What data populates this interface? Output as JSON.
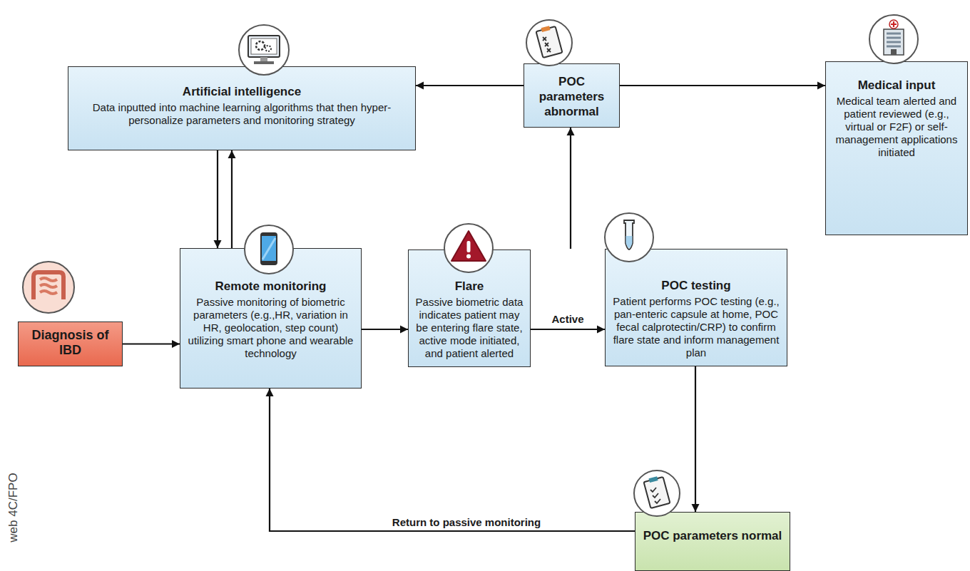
{
  "diagram": {
    "nodes": [
      {
        "text": [
          "Artificial intelligence",
          "Data inputted into machine learning algorithms that then hyper-personalize parameters and monitoring strategy"
        ]
      },
      {
        "text": [
          "POC parameters abnormal"
        ]
      },
      {
        "text": [
          "Medical input",
          "Medical team alerted and patient reviewed (e.g., virtual or F2F) or self-management applications initiated"
        ]
      },
      {
        "text": [
          "Diagnosis of IBD"
        ]
      },
      {
        "text": [
          "Remote monitoring",
          "Passive monitoring of biometric parameters (e.g.,HR, variation in HR, geolocation, step count) utilizing smart phone and wearable technology"
        ]
      },
      {
        "text": [
          "Flare",
          "Passive biometric data indicates patient may be entering flare state, active mode initiated, and patient alerted"
        ]
      },
      {
        "text": [
          "POC testing",
          "Patient performs POC testing (e.g., pan-enteric capsule at home, POC fecal calprotectin/CRP) to confirm flare state and inform management plan"
        ]
      },
      {
        "text": [
          "POC parameters normal"
        ]
      }
    ],
    "edges": [
      {
        "from": 1,
        "to": 0,
        "arrow": "to"
      },
      {
        "from": 1,
        "to": 2,
        "arrow": "to"
      },
      {
        "from": 0,
        "to": 4,
        "arrow": "to"
      },
      {
        "from": 4,
        "to": 0,
        "arrow": "to"
      },
      {
        "from": 3,
        "to": 4,
        "arrow": "to"
      },
      {
        "from": 4,
        "to": 5,
        "arrow": "to"
      },
      {
        "from": 5,
        "to": 6,
        "label": "Active",
        "arrow": "to"
      },
      {
        "from": 6,
        "to": 1,
        "arrow": "to"
      },
      {
        "from": 6,
        "to": 7,
        "arrow": "to"
      },
      {
        "from": 7,
        "to": 4,
        "label": "Return to passive monitoring",
        "arrow": "to"
      }
    ],
    "labels": [
      "web 4C/FPO"
    ]
  }
}
